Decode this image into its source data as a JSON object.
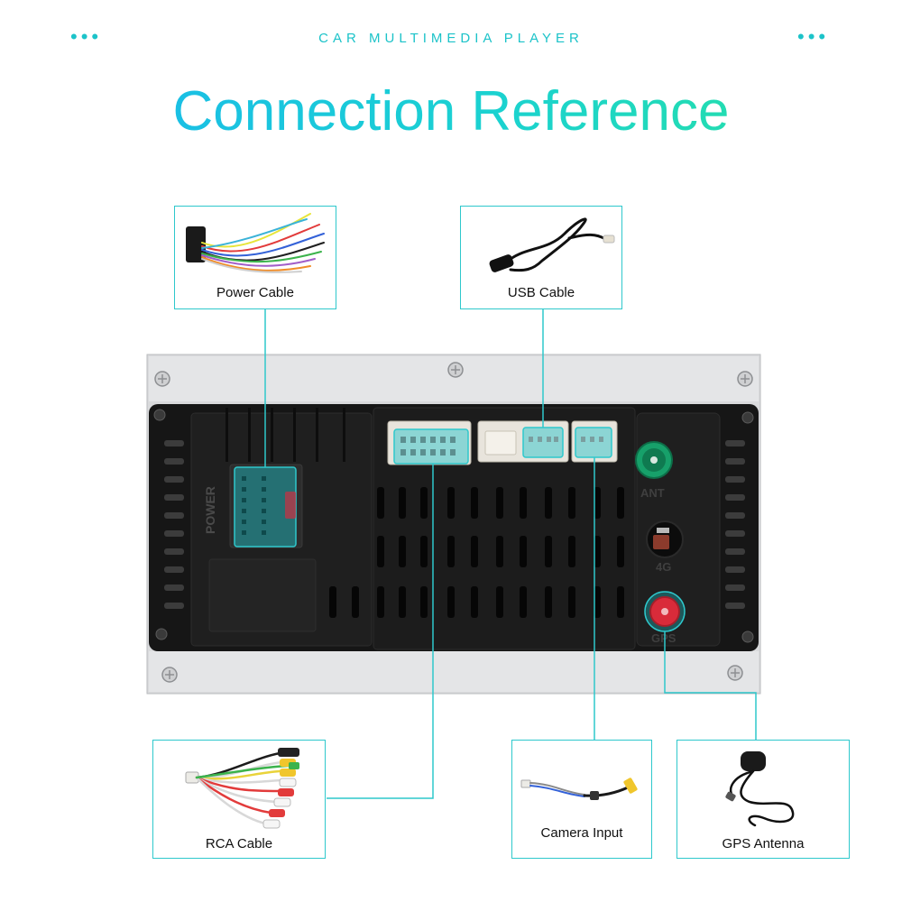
{
  "header": {
    "subtitle": "CAR MULTIMEDIA PLAYER",
    "title": "Connection Reference"
  },
  "unit": {
    "power_label": "POWER",
    "ant_label": "ANT",
    "lte_label": "4G",
    "gps_label": "GPS"
  },
  "cables": {
    "power": "Power Cable",
    "usb": "USB Cable",
    "rca": "RCA Cable",
    "camera": "Camera Input",
    "gps": "GPS Antenna"
  },
  "colors": {
    "accent": "#1cc3c9",
    "unit_body": "#161616",
    "frame": "#d9dadc",
    "ant_connector": "#17a06a",
    "gps_connector": "#d92b3a"
  }
}
